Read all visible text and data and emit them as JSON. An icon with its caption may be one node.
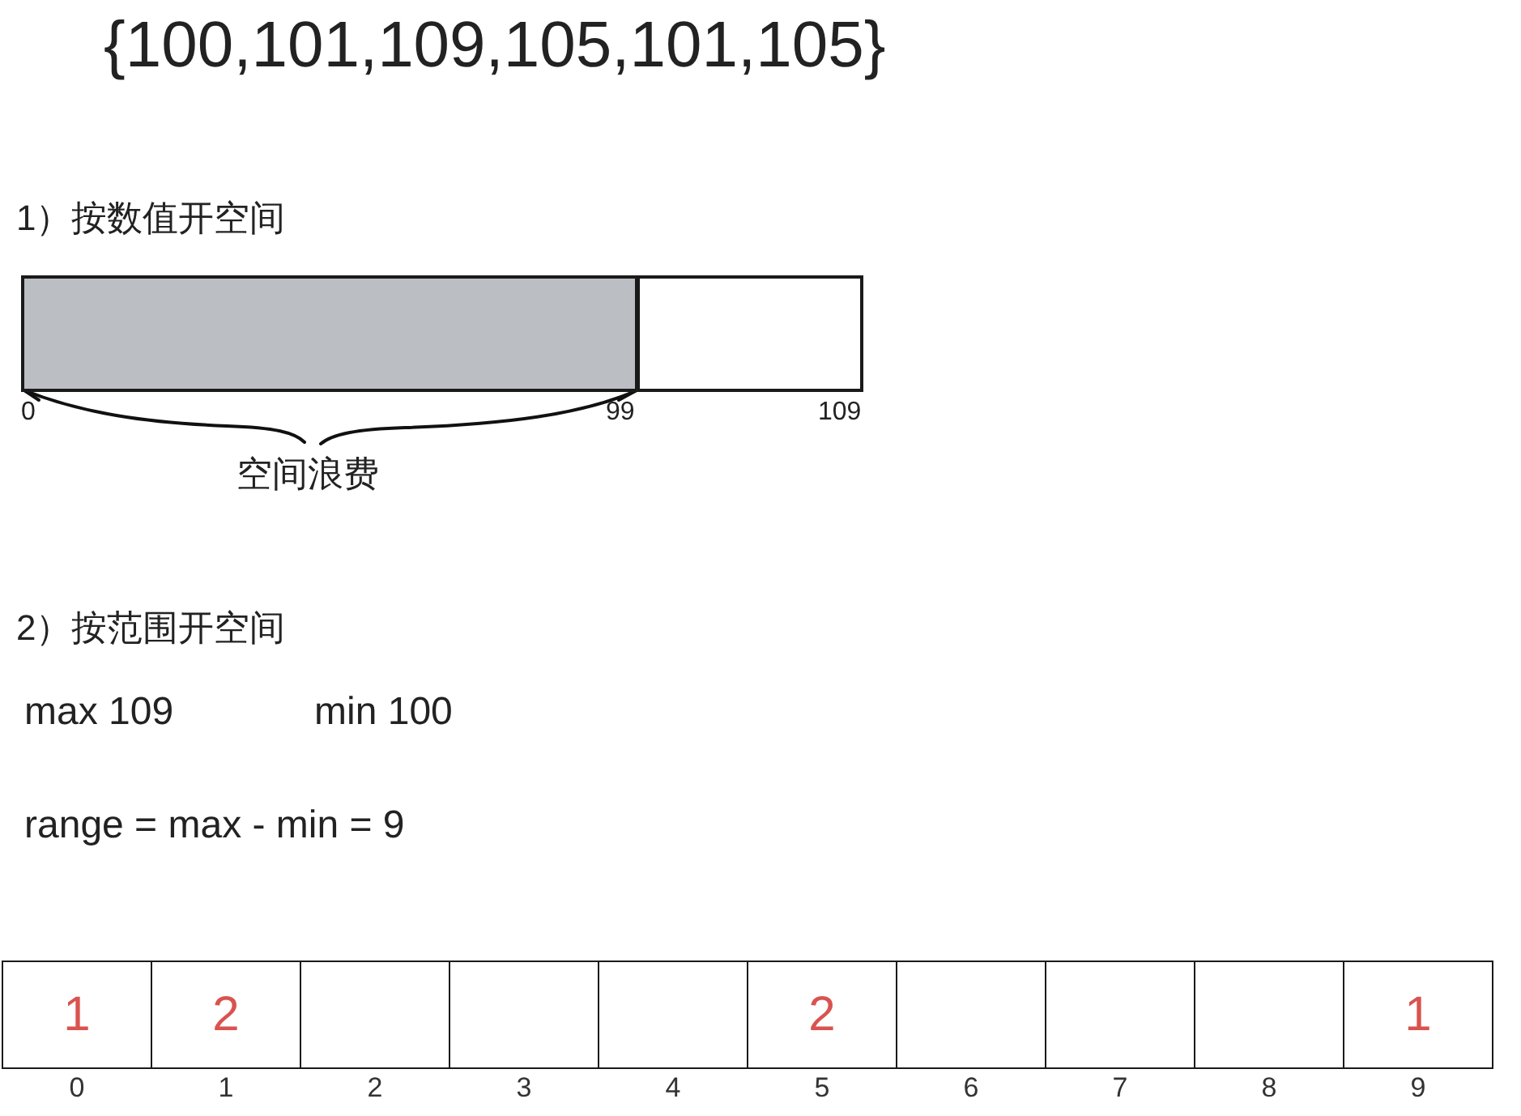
{
  "diagram": {
    "title": "{100,101,109,105,101,105}",
    "nodes": [
      {
        "text": [],
        "shape": "box"
      },
      {
        "text": [],
        "shape": "box"
      },
      {
        "text": [
          "1"
        ],
        "beside": [
          "0"
        ]
      },
      {
        "text": [
          "2"
        ],
        "beside": [
          "1"
        ]
      },
      {
        "text": [],
        "shape": "box",
        "beside": [
          "2"
        ]
      },
      {
        "text": [],
        "shape": "box",
        "beside": [
          "3"
        ]
      },
      {
        "text": [],
        "shape": "box",
        "beside": [
          "4"
        ]
      },
      {
        "text": [
          "2"
        ],
        "beside": [
          "5"
        ]
      },
      {
        "text": [],
        "shape": "box",
        "beside": [
          "6"
        ]
      },
      {
        "text": [],
        "shape": "box",
        "beside": [
          "7"
        ]
      },
      {
        "text": [],
        "shape": "box",
        "beside": [
          "8"
        ]
      },
      {
        "text": [
          "1"
        ],
        "beside": [
          "9"
        ]
      }
    ],
    "labels": [
      "1）按数值开空间",
      "0",
      "99",
      "109",
      "空间浪费",
      "2）按范围开空间",
      "max 109",
      "min 100",
      "range = max - min = 9"
    ]
  }
}
